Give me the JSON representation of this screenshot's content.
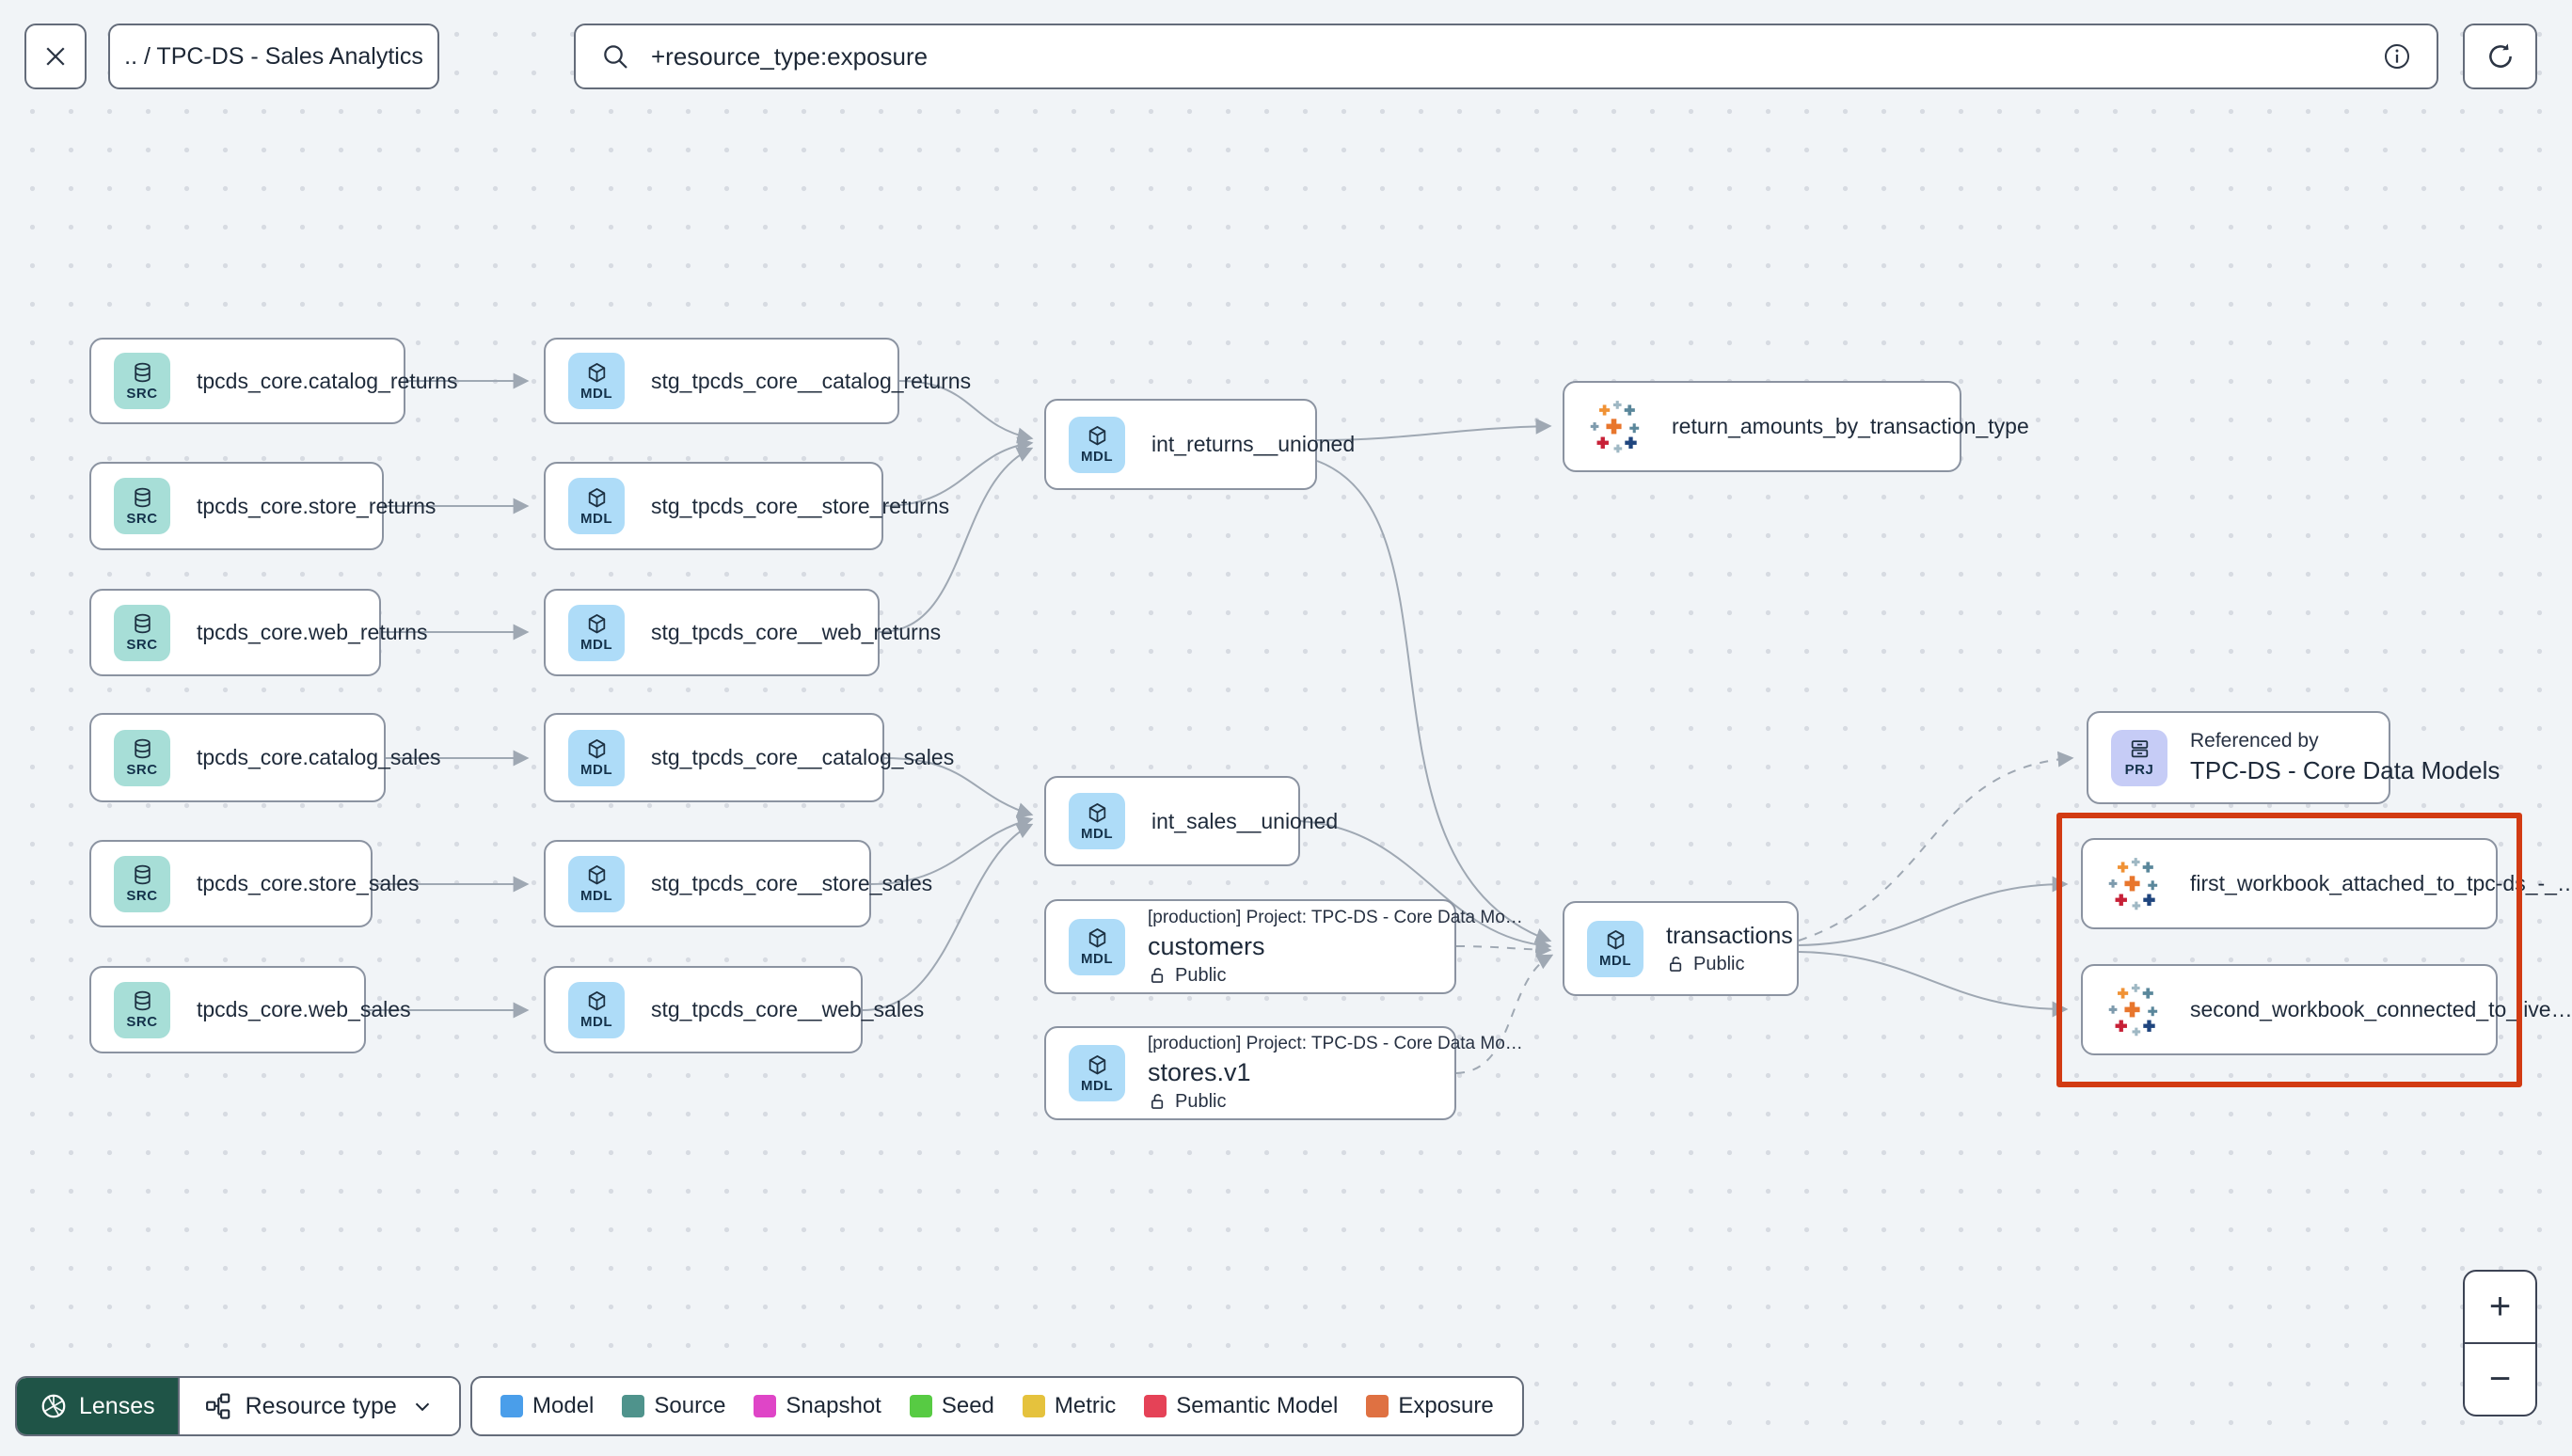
{
  "toolbar": {
    "breadcrumb": ".. / TPC-DS - Sales Analytics",
    "search": {
      "value": "+resource_type:exposure"
    }
  },
  "graph": {
    "nodes": [
      {
        "type": "source",
        "badge": "SRC",
        "label": "tpcds_core.catalog_returns"
      },
      {
        "type": "source",
        "badge": "SRC",
        "label": "tpcds_core.store_returns"
      },
      {
        "type": "source",
        "badge": "SRC",
        "label": "tpcds_core.web_returns"
      },
      {
        "type": "source",
        "badge": "SRC",
        "label": "tpcds_core.catalog_sales"
      },
      {
        "type": "source",
        "badge": "SRC",
        "label": "tpcds_core.store_sales"
      },
      {
        "type": "source",
        "badge": "SRC",
        "label": "tpcds_core.web_sales"
      },
      {
        "type": "model",
        "badge": "MDL",
        "label": "stg_tpcds_core__catalog_returns"
      },
      {
        "type": "model",
        "badge": "MDL",
        "label": "stg_tpcds_core__store_returns"
      },
      {
        "type": "model",
        "badge": "MDL",
        "label": "stg_tpcds_core__web_returns"
      },
      {
        "type": "model",
        "badge": "MDL",
        "label": "stg_tpcds_core__catalog_sales"
      },
      {
        "type": "model",
        "badge": "MDL",
        "label": "stg_tpcds_core__store_sales"
      },
      {
        "type": "model",
        "badge": "MDL",
        "label": "stg_tpcds_core__web_sales"
      },
      {
        "type": "model",
        "badge": "MDL",
        "label": "int_returns__unioned"
      },
      {
        "type": "model",
        "badge": "MDL",
        "label": "int_sales__unioned"
      },
      {
        "type": "model",
        "badge": "MDL",
        "project": "[production] Project: TPC-DS - Core Data Mo…",
        "label": "customers",
        "access": "Public"
      },
      {
        "type": "model",
        "badge": "MDL",
        "project": "[production] Project: TPC-DS - Core Data Mo…",
        "label": "stores.v1",
        "access": "Public"
      },
      {
        "type": "exposure",
        "label": "return_amounts_by_transaction_type"
      },
      {
        "type": "model",
        "badge": "MDL",
        "label": "transactions",
        "access": "Public"
      },
      {
        "type": "project",
        "badge": "PRJ",
        "title": "Referenced by",
        "label": "TPC-DS - Core Data Models"
      },
      {
        "type": "exposure",
        "label": "first_workbook_attached_to_tpc-ds_-_…"
      },
      {
        "type": "exposure",
        "label": "second_workbook_connected_to_live…"
      }
    ]
  },
  "selection": {
    "color": "#d23b13"
  },
  "footer": {
    "lenses_label": "Lenses",
    "resource_type_label": "Resource type"
  },
  "legend": {
    "items": [
      {
        "label": "Model",
        "color": "#4a9eea"
      },
      {
        "label": "Source",
        "color": "#4f938c"
      },
      {
        "label": "Snapshot",
        "color": "#df45c7"
      },
      {
        "label": "Seed",
        "color": "#57cb43"
      },
      {
        "label": "Metric",
        "color": "#e5c23d"
      },
      {
        "label": "Semantic Model",
        "color": "#e54257"
      },
      {
        "label": "Exposure",
        "color": "#df7142"
      }
    ]
  },
  "colors": {
    "source_badge_bg": "#a7ded7",
    "model_badge_bg": "#aedcf8",
    "project_badge_bg": "#c6ccf6",
    "lenses_bg": "#1f5447"
  },
  "zoom_controls": {
    "zoom_in": "+",
    "zoom_out": "−"
  }
}
